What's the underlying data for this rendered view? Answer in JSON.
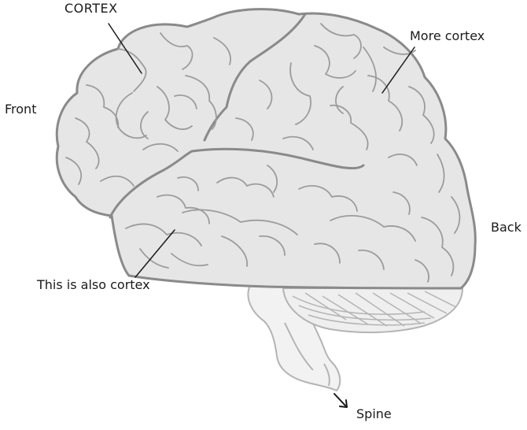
{
  "labels": {
    "cortex": "CORTEX",
    "more_cortex": "More cortex",
    "front": "Front",
    "back": "Back",
    "also_cortex": "This is also cortex",
    "spine": "Spine"
  },
  "colors": {
    "brain_fill": "#e6e6e6",
    "outline": "#8a8a8a",
    "sulcus": "#9c9c9c",
    "cerebellum": "#b4b4b4",
    "leader_line": "#1a1a1a"
  }
}
